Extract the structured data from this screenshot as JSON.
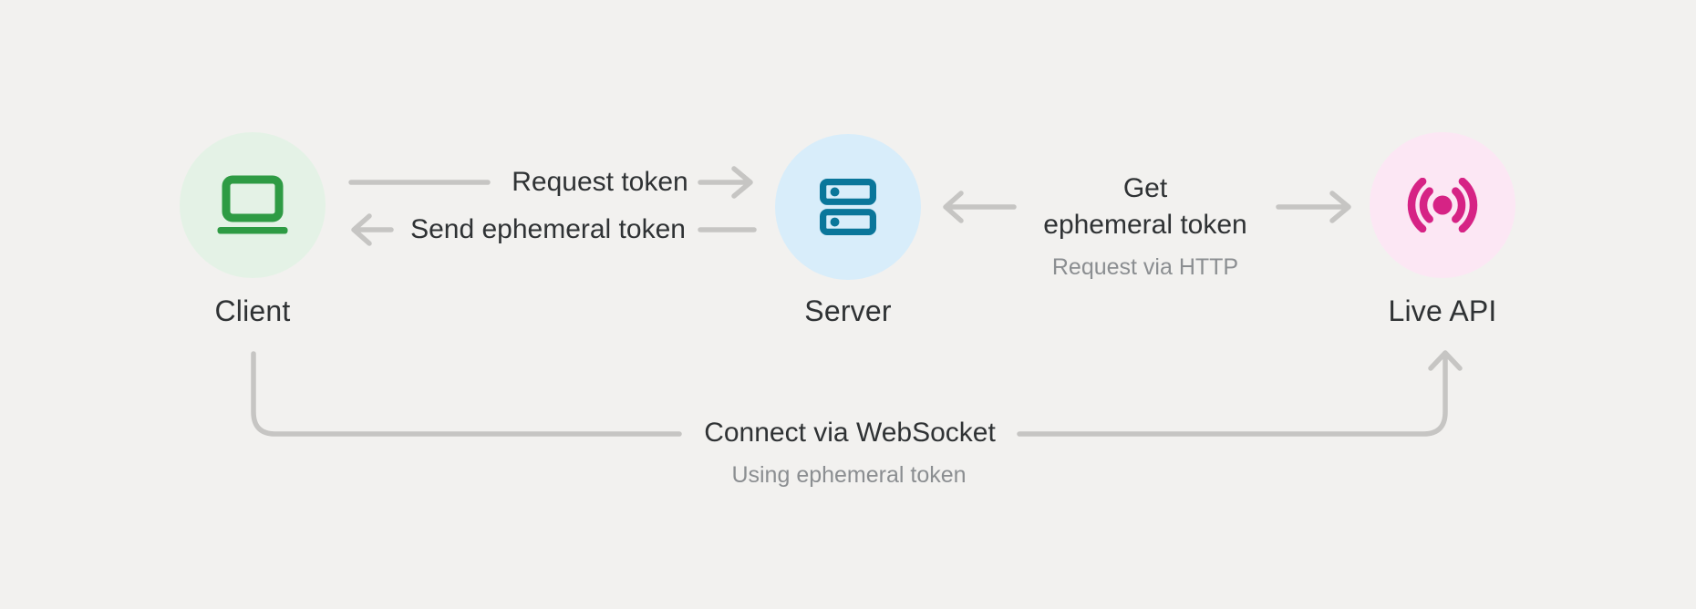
{
  "diagram": {
    "description": "Ephemeral token authentication flow between Client, Server and Live API",
    "nodes": [
      {
        "id": "client",
        "label": "Client",
        "icon": "laptop-icon",
        "color": "#2e9b44",
        "background": "#e4f2e6"
      },
      {
        "id": "server",
        "label": "Server",
        "icon": "server-icon",
        "color": "#0a769a",
        "background": "#d8edfa"
      },
      {
        "id": "live-api",
        "label": "Live API",
        "icon": "broadcast-icon",
        "color": "#d62385",
        "background": "#fce7f4"
      }
    ],
    "edges": [
      {
        "id": "request-token",
        "label": "Request token",
        "sublabel": "",
        "from": "Client",
        "to": "Server",
        "direction": "right"
      },
      {
        "id": "send-ephemeral-token",
        "label": "Send ephemeral token",
        "sublabel": "",
        "from": "Server",
        "to": "Client",
        "direction": "left"
      },
      {
        "id": "get-ephemeral-token",
        "label": "Get\nephemeral token",
        "sublabel": "Request via HTTP",
        "from": "Server",
        "to": "Live API",
        "direction": "both"
      },
      {
        "id": "connect-websocket",
        "label": "Connect via WebSocket",
        "sublabel": "Using ephemeral token",
        "from": "Client",
        "to": "Live API",
        "direction": "right"
      }
    ]
  },
  "colors": {
    "background": "#f2f1ef",
    "arrow": "#c6c5c3",
    "text_dark": "#2f3234",
    "text_muted": "#8b8e91",
    "client_green": "#2e9b44",
    "client_green_bg": "#e4f2e6",
    "server_blue": "#0a769a",
    "server_blue_bg": "#d8edfa",
    "live_api_pink": "#d62385",
    "live_api_pink_bg": "#fce7f4"
  }
}
